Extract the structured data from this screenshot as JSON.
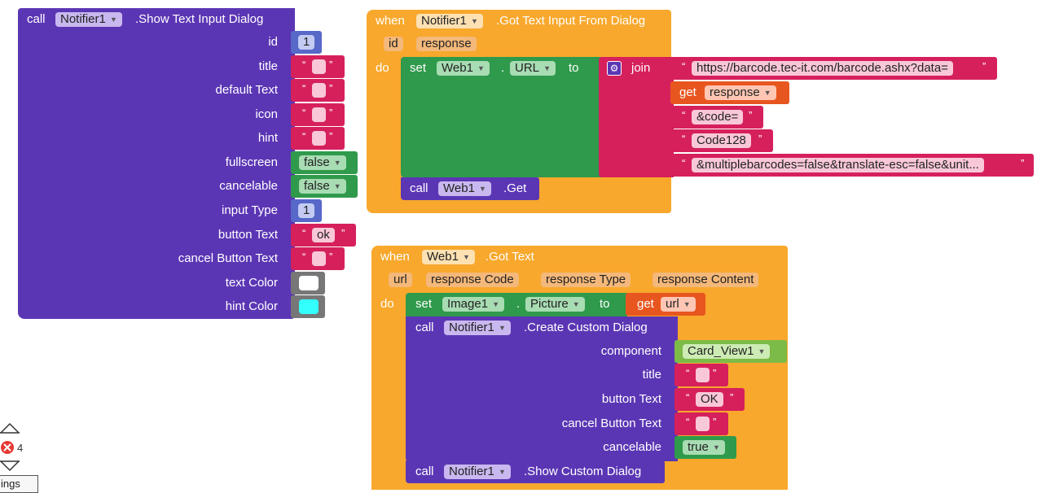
{
  "show_text_dialog": {
    "call": "call",
    "component": "Notifier1",
    "method": ".Show Text Input Dialog",
    "params": [
      {
        "name": "id",
        "kind": "number",
        "value": "1"
      },
      {
        "name": "title",
        "kind": "string",
        "value": ""
      },
      {
        "name": "default Text",
        "kind": "string",
        "value": ""
      },
      {
        "name": "icon",
        "kind": "string",
        "value": ""
      },
      {
        "name": "hint",
        "kind": "string",
        "value": ""
      },
      {
        "name": "fullscreen",
        "kind": "bool",
        "value": "false"
      },
      {
        "name": "cancelable",
        "kind": "bool",
        "value": "false"
      },
      {
        "name": "input Type",
        "kind": "number",
        "value": "1"
      },
      {
        "name": "button Text",
        "kind": "string",
        "value": "ok"
      },
      {
        "name": "cancel Button Text",
        "kind": "string",
        "value": ""
      },
      {
        "name": "text Color",
        "kind": "color",
        "value": "#ffffff"
      },
      {
        "name": "hint Color",
        "kind": "color",
        "value": "#33ffff"
      }
    ]
  },
  "got_text_input": {
    "when": "when",
    "component": "Notifier1",
    "event": ".Got Text Input From Dialog",
    "event_params": [
      "id",
      "response"
    ],
    "do": "do",
    "set": "set",
    "set_component": "Web1",
    "dot": ".",
    "property": "URL",
    "to": "to",
    "join": "join",
    "join_items": [
      {
        "kind": "string",
        "value": "https://barcode.tec-it.com/barcode.ashx?data="
      },
      {
        "kind": "get",
        "label": "get",
        "var": "response"
      },
      {
        "kind": "string",
        "value": "&code="
      },
      {
        "kind": "string",
        "value": "Code128"
      },
      {
        "kind": "string",
        "value": "&multiplebarcodes=false&translate-esc=false&unit..."
      }
    ],
    "call": "call",
    "call_component": "Web1",
    "call_method": ".Get"
  },
  "got_text": {
    "when": "when",
    "component": "Web1",
    "event": ".Got Text",
    "event_params": [
      "url",
      "response Code",
      "response Type",
      "response Content"
    ],
    "do": "do",
    "set": "set",
    "set_component": "Image1",
    "dot": ".",
    "property": "Picture",
    "to": "to",
    "get_label": "get",
    "get_var": "url",
    "create_dialog": {
      "call": "call",
      "component": "Notifier1",
      "method": ".Create Custom Dialog",
      "params": [
        {
          "name": "component",
          "kind": "component",
          "value": "Card_View1"
        },
        {
          "name": "title",
          "kind": "string",
          "value": ""
        },
        {
          "name": "button Text",
          "kind": "string",
          "value": "OK"
        },
        {
          "name": "cancel Button Text",
          "kind": "string",
          "value": ""
        },
        {
          "name": "cancelable",
          "kind": "bool",
          "value": "true"
        }
      ]
    },
    "show_dialog": {
      "call": "call",
      "component": "Notifier1",
      "method": ".Show Custom Dialog"
    }
  },
  "warnings": {
    "count": "4",
    "toggle_label": "ings"
  },
  "colors": {
    "purple": "#5b36b4",
    "orange": "#f8a82c",
    "green": "#2f9a4b",
    "pink": "#d6205c",
    "red": "#e8561f",
    "blue": "#5768c9"
  }
}
